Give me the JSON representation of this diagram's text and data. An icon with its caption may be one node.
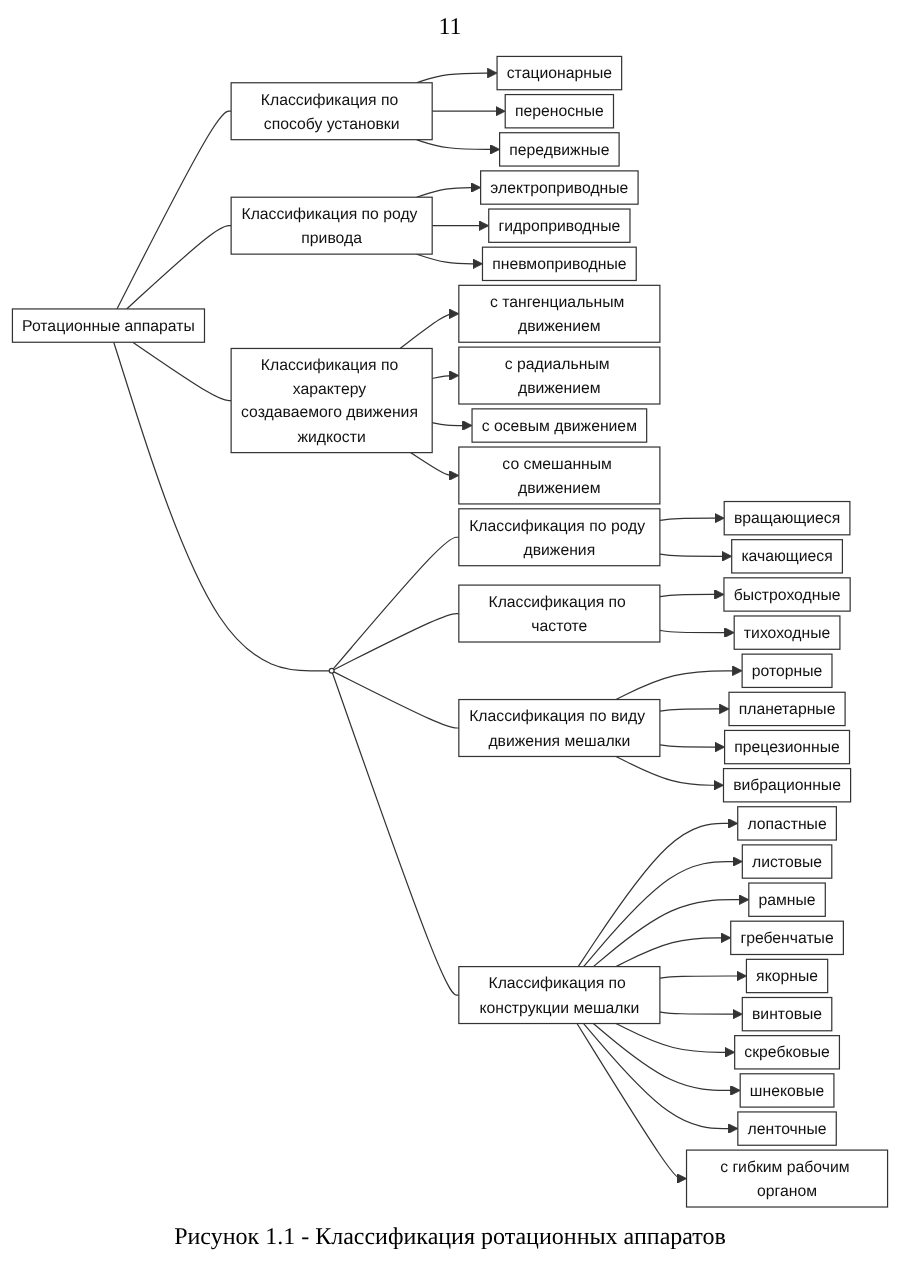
{
  "diagram": {
    "caption": "Рисунок 1.1 - Классификация ротационных аппаратов",
    "nodes": [
      {
        "text": [
          "Ротационные аппараты"
        ]
      },
      {
        "text": [
          "Классификация по способу установки"
        ]
      },
      {
        "text": [
          "Классификация по роду привода"
        ]
      },
      {
        "text": [
          "Классификация по характеру создаваемого движения жидкости"
        ]
      },
      {
        "text": [
          "стационарные"
        ]
      },
      {
        "text": [
          "переносные"
        ]
      },
      {
        "text": [
          "передвижные"
        ]
      },
      {
        "text": [
          "электроприводные"
        ]
      },
      {
        "text": [
          "гидроприводные"
        ]
      },
      {
        "text": [
          "пневмоприводные"
        ]
      },
      {
        "text": [
          "с тангенциальным движением"
        ]
      },
      {
        "text": [
          "с радиальным движением"
        ]
      },
      {
        "text": [
          "с осевым движением"
        ]
      },
      {
        "text": [
          "со смешанным движением"
        ]
      },
      {
        "text": [],
        "shape": "circle"
      },
      {
        "text": [
          "Классификация по роду движения"
        ]
      },
      {
        "text": [
          "Классификация по частоте"
        ]
      },
      {
        "text": [
          "Классификация по виду движения мешалки"
        ]
      },
      {
        "text": [
          "вращающиеся"
        ]
      },
      {
        "text": [
          "качающиеся"
        ]
      },
      {
        "text": [
          "быстроходные"
        ]
      },
      {
        "text": [
          "тихоходные"
        ]
      },
      {
        "text": [
          "роторные"
        ]
      },
      {
        "text": [
          "планетарные"
        ]
      },
      {
        "text": [
          "прецезионные"
        ]
      },
      {
        "text": [
          "вибрационные"
        ]
      },
      {
        "text": [
          "Классификация по конструкции мешалки"
        ]
      },
      {
        "text": [
          "лопастные"
        ]
      },
      {
        "text": [
          "листовые"
        ]
      },
      {
        "text": [
          "рамные"
        ]
      },
      {
        "text": [
          "гребенчатые"
        ]
      },
      {
        "text": [
          "якорные"
        ]
      },
      {
        "text": [
          "винтовые"
        ]
      },
      {
        "text": [
          "скребковые"
        ]
      },
      {
        "text": [
          "шнековые"
        ]
      },
      {
        "text": [
          "ленточные"
        ]
      },
      {
        "text": [
          "с гибким рабочим органом"
        ]
      }
    ],
    "edges": [
      {
        "from": 0,
        "to": 1,
        "arrow": "none"
      },
      {
        "from": 0,
        "to": 2,
        "arrow": "none"
      },
      {
        "from": 0,
        "to": 3,
        "arrow": "none"
      },
      {
        "from": 1,
        "to": 4,
        "arrow": "to"
      },
      {
        "from": 1,
        "to": 5,
        "arrow": "to"
      },
      {
        "from": 1,
        "to": 6,
        "arrow": "to"
      },
      {
        "from": 2,
        "to": 7,
        "arrow": "to"
      },
      {
        "from": 2,
        "to": 8,
        "arrow": "to"
      },
      {
        "from": 2,
        "to": 9,
        "arrow": "to"
      },
      {
        "from": 3,
        "to": 10,
        "arrow": "to"
      },
      {
        "from": 3,
        "to": 11,
        "arrow": "to"
      },
      {
        "from": 3,
        "to": 12,
        "arrow": "to"
      },
      {
        "from": 3,
        "to": 13,
        "arrow": "to"
      },
      {
        "from": 0,
        "to": 14,
        "arrow": "none"
      },
      {
        "from": 14,
        "to": 15,
        "arrow": "none"
      },
      {
        "from": 14,
        "to": 16,
        "arrow": "none"
      },
      {
        "from": 14,
        "to": 17,
        "arrow": "none"
      },
      {
        "from": 15,
        "to": 18,
        "arrow": "to"
      },
      {
        "from": 15,
        "to": 19,
        "arrow": "to"
      },
      {
        "from": 16,
        "to": 20,
        "arrow": "to"
      },
      {
        "from": 16,
        "to": 21,
        "arrow": "to"
      },
      {
        "from": 17,
        "to": 22,
        "arrow": "to"
      },
      {
        "from": 17,
        "to": 23,
        "arrow": "to"
      },
      {
        "from": 17,
        "to": 24,
        "arrow": "to"
      },
      {
        "from": 17,
        "to": 25,
        "arrow": "to"
      },
      {
        "from": 14,
        "to": 26,
        "arrow": "none"
      },
      {
        "from": 26,
        "to": 27,
        "arrow": "to"
      },
      {
        "from": 26,
        "to": 28,
        "arrow": "to"
      },
      {
        "from": 26,
        "to": 29,
        "arrow": "to"
      },
      {
        "from": 26,
        "to": 30,
        "arrow": "to"
      },
      {
        "from": 26,
        "to": 31,
        "arrow": "to"
      },
      {
        "from": 26,
        "to": 32,
        "arrow": "to"
      },
      {
        "from": 26,
        "to": 33,
        "arrow": "to"
      },
      {
        "from": 26,
        "to": 34,
        "arrow": "to"
      },
      {
        "from": 26,
        "to": 35,
        "arrow": "to"
      },
      {
        "from": 26,
        "to": 36,
        "arrow": "to"
      }
    ],
    "labels": [
      "11"
    ]
  }
}
